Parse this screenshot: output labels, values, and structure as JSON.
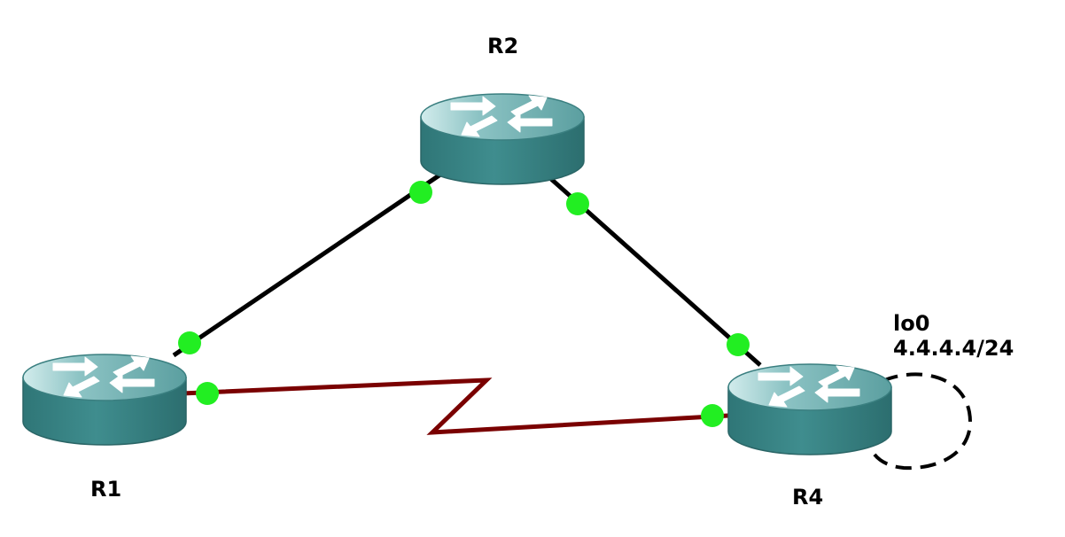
{
  "nodes": {
    "r1": {
      "label": "R1",
      "type": "router"
    },
    "r2": {
      "label": "R2",
      "type": "router"
    },
    "r4": {
      "label": "R4",
      "type": "router"
    }
  },
  "links": [
    {
      "from": "R1",
      "to": "R2",
      "kind": "ethernet"
    },
    {
      "from": "R2",
      "to": "R4",
      "kind": "ethernet"
    },
    {
      "from": "R1",
      "to": "R4",
      "kind": "serial"
    }
  ],
  "loopback": {
    "device": "R4",
    "name": "lo0",
    "address": "4.4.4.4/24"
  },
  "colors": {
    "router_body": "#3c8b8c",
    "router_top": "#7fbcbc",
    "ethernet_link": "#000000",
    "serial_link": "#7a0000",
    "port_up": "#22ee22"
  },
  "icons": {
    "router": "router-icon",
    "port": "port-status-dot"
  }
}
